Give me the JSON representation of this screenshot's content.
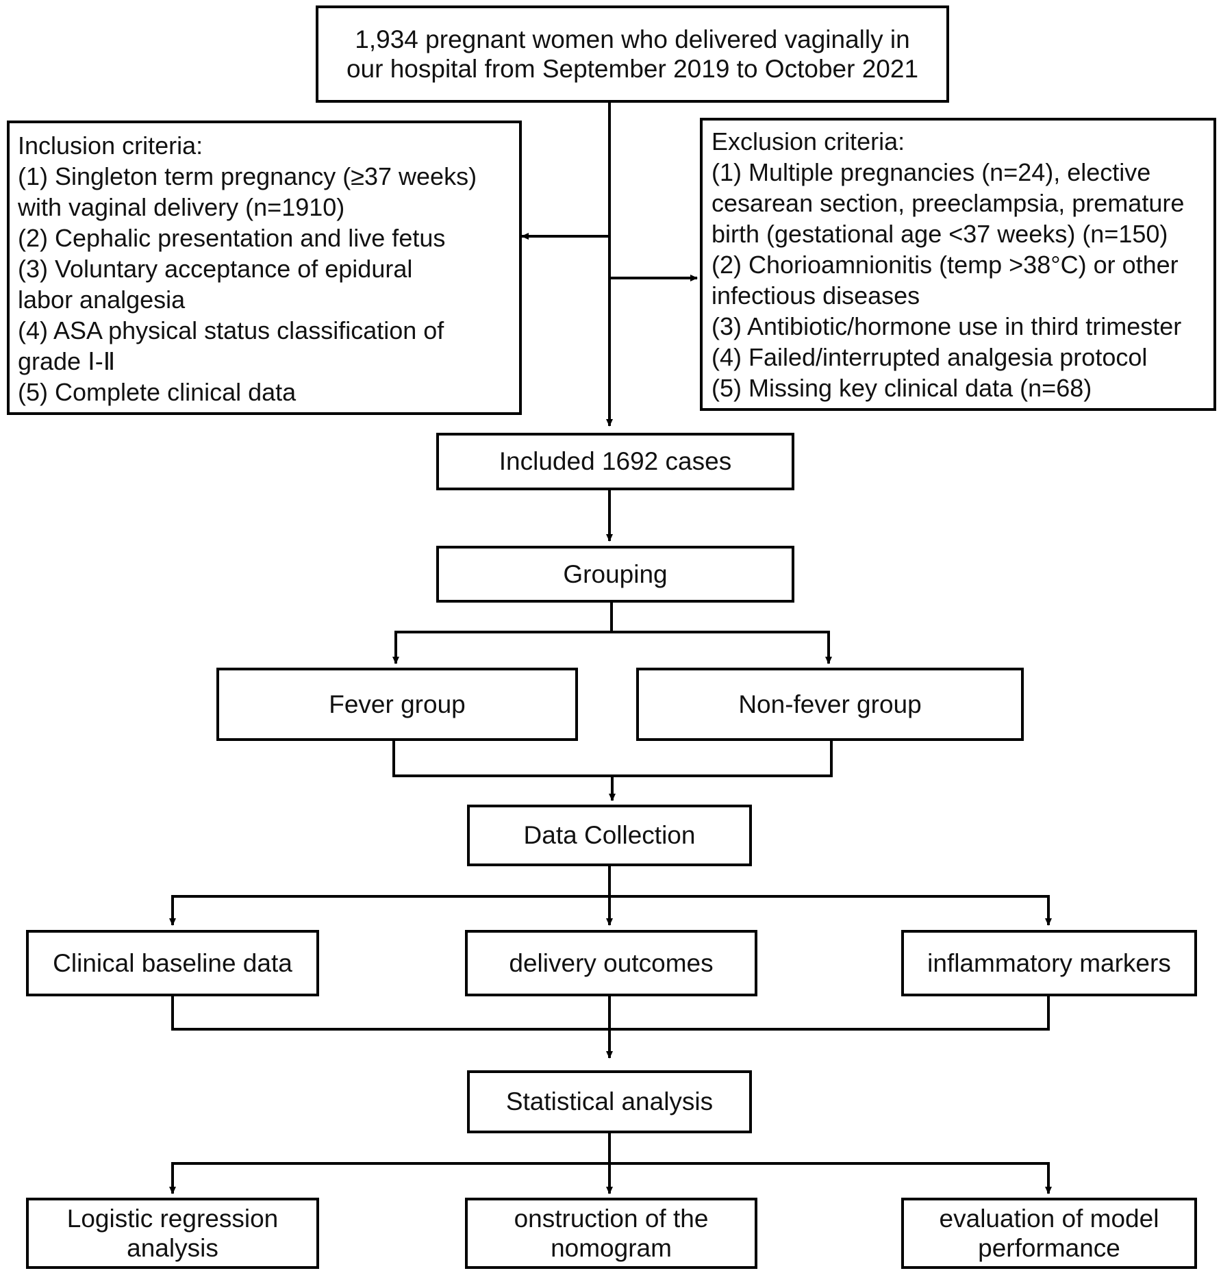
{
  "flowchart": {
    "source_box": "1,934 pregnant women who delivered vaginally in our hospital from September 2019 to October 2021",
    "inclusion": {
      "lines": [
        "Inclusion criteria:",
        " (1) Singleton term pregnancy (≥37 weeks)",
        "with vaginal delivery (n=1910)",
        " (2) Cephalic presentation and live fetus",
        " (3) Voluntary acceptance of epidural",
        "labor analgesia",
        " (4) ASA physical status classification of",
        "grade Ⅰ-Ⅱ",
        " (5) Complete clinical data"
      ]
    },
    "exclusion": {
      "lines": [
        "Exclusion criteria:",
        " (1) Multiple pregnancies (n=24), elective",
        "cesarean section, preeclampsia, premature",
        "birth (gestational age <37 weeks) (n=150)",
        " (2) Chorioamnionitis (temp >38°C) or other",
        "infectious diseases",
        " (3) Antibiotic/hormone use in third trimester",
        " (4) Failed/interrupted analgesia protocol",
        " (5) Missing key clinical data (n=68)"
      ]
    },
    "included": "Included 1692 cases",
    "grouping": "Grouping",
    "fever_group": "Fever group",
    "non_fever_group": "Non-fever group",
    "data_collection": "Data Collection",
    "clinical_baseline": "Clinical baseline data",
    "delivery_outcomes": "delivery outcomes",
    "inflammatory_markers": "inflammatory markers",
    "statistical_analysis": "Statistical analysis",
    "logistic_regression": "Logistic regression analysis",
    "nomogram": "onstruction of the nomogram",
    "model_evaluation": "evaluation of model performance"
  }
}
